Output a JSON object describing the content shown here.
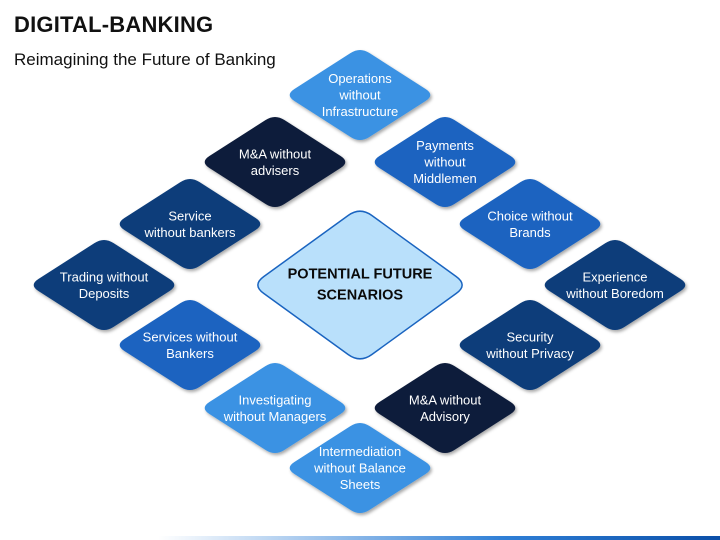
{
  "header": {
    "title": "DIGITAL-BANKING",
    "subtitle": "Reimagining the Future of Banking"
  },
  "colors": {
    "light": "#3a92e3",
    "mid": "#1a64c0",
    "dark": "#0b3d7a",
    "navy": "#0f1d3b",
    "center": "#b9e0fb",
    "center_border": "#1a64c0"
  },
  "center": {
    "lines": [
      "POTENTIAL FUTURE",
      "SCENARIOS"
    ]
  },
  "scenarios": [
    {
      "name": "operations-without-infrastructure",
      "lines": [
        "Operations",
        "without",
        "Infrastructure"
      ],
      "style": "light"
    },
    {
      "name": "payments-without-middlemen",
      "lines": [
        "Payments",
        "without",
        "Middlemen"
      ],
      "style": "mid"
    },
    {
      "name": "choice-without-brands",
      "lines": [
        "Choice without",
        "Brands"
      ],
      "style": "mid"
    },
    {
      "name": "experience-without-boredom",
      "lines": [
        "Experience",
        "without Boredom"
      ],
      "style": "dark"
    },
    {
      "name": "security-without-privacy",
      "lines": [
        "Security",
        "without Privacy"
      ],
      "style": "dark"
    },
    {
      "name": "ma-without-advisory",
      "lines": [
        "M&A without",
        "Advisory"
      ],
      "style": "navy"
    },
    {
      "name": "intermediation-without-balance-sheets",
      "lines": [
        "Intermediation",
        "without Balance",
        "Sheets"
      ],
      "style": "light"
    },
    {
      "name": "investigating-without-managers",
      "lines": [
        "Investigating",
        "without Managers"
      ],
      "style": "light"
    },
    {
      "name": "services-without-bankers",
      "lines": [
        "Services without",
        "Bankers"
      ],
      "style": "mid"
    },
    {
      "name": "trading-without-deposits",
      "lines": [
        "Trading without",
        "Deposits"
      ],
      "style": "dark"
    },
    {
      "name": "service-without-bankers",
      "lines": [
        "Service",
        "without bankers"
      ],
      "style": "dark"
    },
    {
      "name": "ma-without-advisers",
      "lines": [
        "M&A without",
        "advisers"
      ],
      "style": "navy"
    }
  ]
}
